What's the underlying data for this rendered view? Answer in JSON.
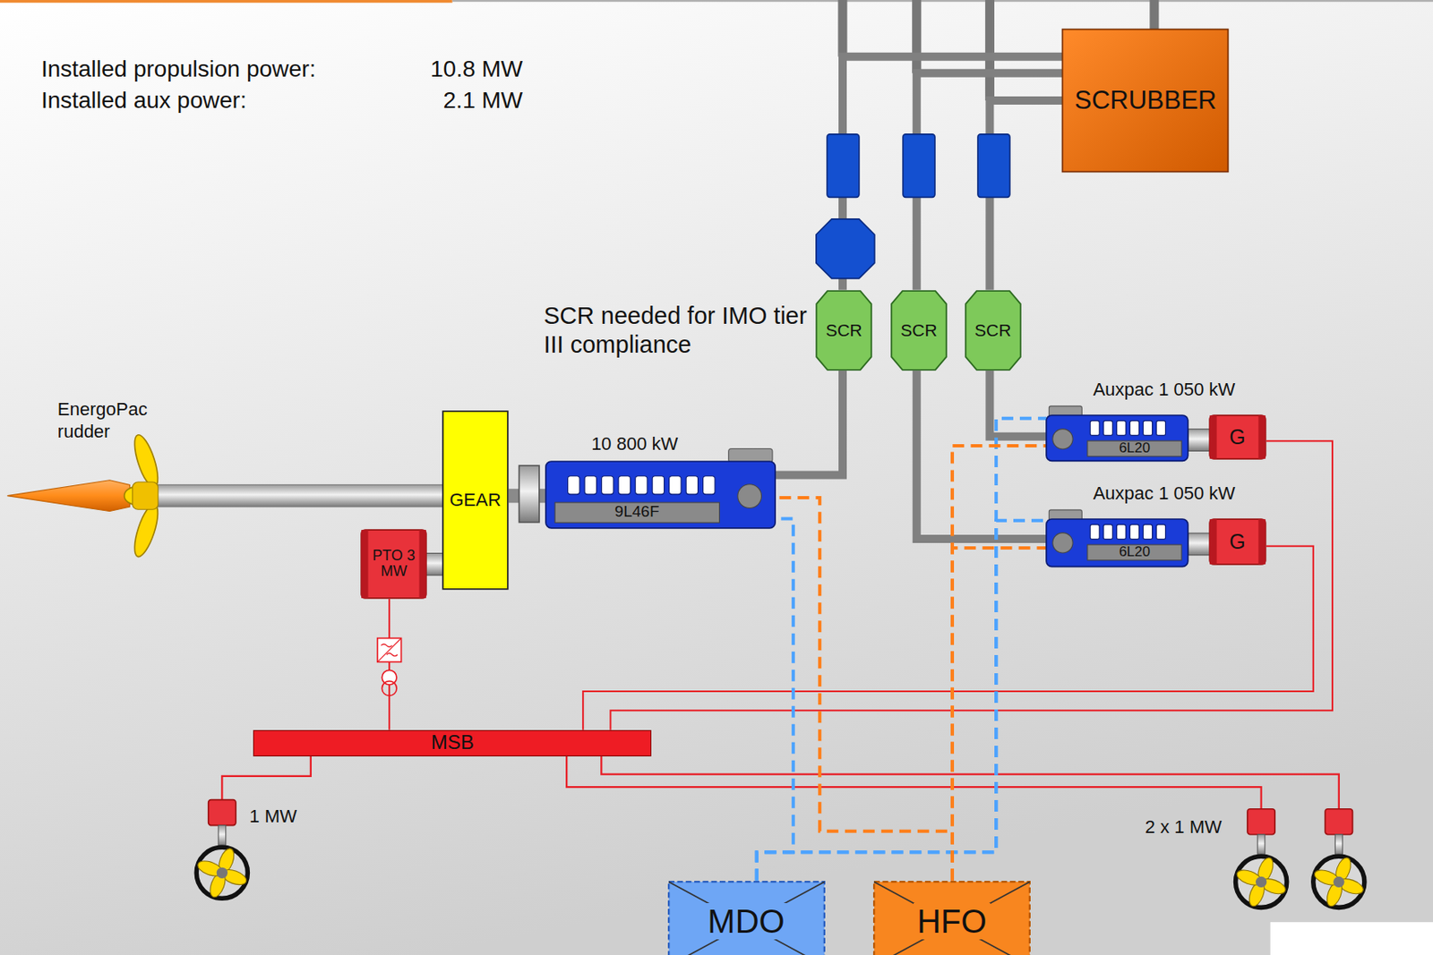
{
  "diagram": {
    "nodes": [
      {
        "text": [
          "SCRUBBER"
        ]
      },
      {
        "text": [
          "SCR"
        ]
      },
      {
        "text": [
          "SCR"
        ]
      },
      {
        "text": [
          "SCR"
        ]
      },
      {
        "text": [
          "GEAR"
        ]
      },
      {
        "text": [
          "10 800 kW",
          "9L46F"
        ]
      },
      {
        "text": [
          "PTO 3 MW"
        ]
      },
      {
        "text": [
          "Auxpac 1 050 kW",
          "6L20"
        ]
      },
      {
        "text": [
          "G"
        ]
      },
      {
        "text": [
          "Auxpac 1 050 kW",
          "6L20"
        ]
      },
      {
        "text": [
          "G"
        ]
      },
      {
        "text": [
          "MSB"
        ]
      },
      {
        "text": [
          "MDO"
        ]
      },
      {
        "text": [
          "HFO"
        ]
      }
    ],
    "edges": [
      {
        "from": 5,
        "to": 4,
        "arrow": "none"
      },
      {
        "from": 4,
        "to": 6,
        "arrow": "none"
      },
      {
        "from": 6,
        "to": 11,
        "arrow": "none"
      },
      {
        "from": 8,
        "to": 11,
        "arrow": "none"
      },
      {
        "from": 10,
        "to": 11,
        "arrow": "none"
      },
      {
        "from": 5,
        "to": 1,
        "arrow": "none"
      },
      {
        "from": 9,
        "to": 2,
        "arrow": "none"
      },
      {
        "from": 7,
        "to": 3,
        "arrow": "none"
      },
      {
        "from": 1,
        "to": 0,
        "arrow": "none"
      },
      {
        "from": 2,
        "to": 0,
        "arrow": "none"
      },
      {
        "from": 3,
        "to": 0,
        "arrow": "none"
      },
      {
        "from": 12,
        "to": 5,
        "arrow": "none"
      },
      {
        "from": 12,
        "to": 7,
        "arrow": "none"
      },
      {
        "from": 12,
        "to": 9,
        "arrow": "none"
      },
      {
        "from": 13,
        "to": 5,
        "arrow": "none"
      },
      {
        "from": 13,
        "to": 7,
        "arrow": "none"
      },
      {
        "from": 13,
        "to": 9,
        "arrow": "none"
      }
    ],
    "labels": [
      "Installed propulsion power:",
      "10.8 MW",
      "Installed aux power:",
      "2.1 MW",
      "SCR needed for IMO tier III compliance",
      "EnergoPac rudder",
      "1 MW",
      "2 x 1 MW"
    ]
  }
}
